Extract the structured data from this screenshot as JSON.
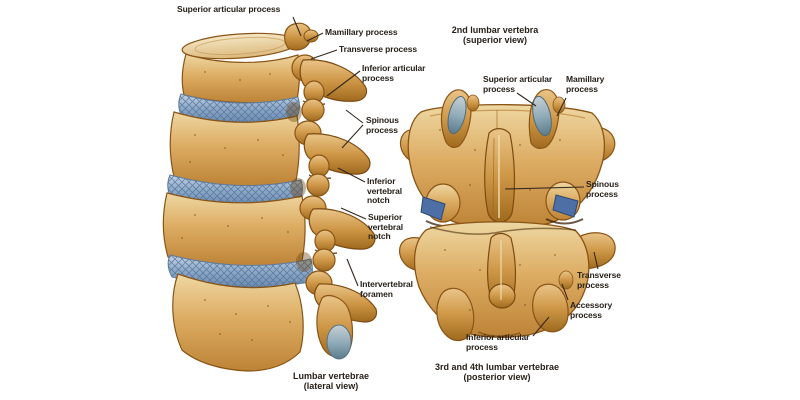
{
  "page": {
    "background": "#ffffff",
    "description": "Anatomical diagram of lumbar vertebrae, lateral and posterior views"
  },
  "left_figure": {
    "caption": {
      "line1": "Lumbar vertebrae",
      "line2": "(lateral view)"
    },
    "labels": {
      "superior_articular_process": {
        "lines": [
          "Superior articular process"
        ]
      },
      "mamillary_process": {
        "lines": [
          "Mamillary process"
        ]
      },
      "transverse_process": {
        "lines": [
          "Transverse process"
        ]
      },
      "inferior_articular_process": {
        "lines": [
          "Inferior articular",
          "process"
        ]
      },
      "spinous_process": {
        "lines": [
          "Spinous",
          "process"
        ]
      },
      "inferior_vertebral_notch": {
        "lines": [
          "Inferior",
          "vertebral",
          "notch"
        ]
      },
      "superior_vertebral_notch": {
        "lines": [
          "Superior",
          "vertebral",
          "notch"
        ]
      },
      "intervertebral_foramen": {
        "lines": [
          "Intervertebral",
          "foramen"
        ]
      }
    }
  },
  "right_figure": {
    "title": {
      "line1": "2nd lumbar vertebra",
      "line2": "(superior view)"
    },
    "caption": {
      "line1": "3rd and 4th lumbar vertebrae",
      "line2": "(posterior view)"
    },
    "labels": {
      "superior_articular_process": {
        "lines": [
          "Superior articular",
          "process"
        ]
      },
      "mamillary_process": {
        "lines": [
          "Mamillary",
          "process"
        ]
      },
      "spinous_process": {
        "lines": [
          "Spinous",
          "process"
        ]
      },
      "transverse_process": {
        "lines": [
          "Transverse",
          "process"
        ]
      },
      "accessory_process": {
        "lines": [
          "Accessory",
          "process"
        ]
      },
      "inferior_articular_process": {
        "lines": [
          "Inferior articular",
          "process"
        ]
      }
    }
  },
  "colors": {
    "bone_light": "#f0d9a4",
    "bone_mid": "#ddad64",
    "bone_dark": "#bd8336",
    "bone_outline": "#8a5416",
    "disc_blue": "#92adcb",
    "disc_hatch": "#4d6d94",
    "facet_blue_gray": "#92adba",
    "joint_cartilage_blue": "#4e6ea6",
    "label_text": "#262019",
    "leader_line": "#33291f"
  }
}
